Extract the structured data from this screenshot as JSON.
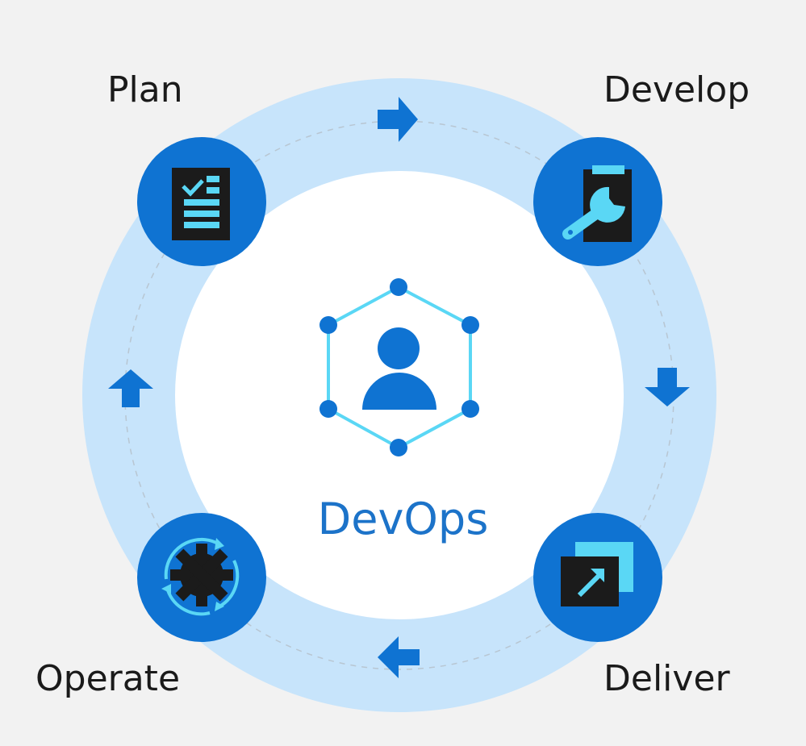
{
  "title": "DevOps",
  "stages": [
    {
      "id": "plan",
      "label": "Plan",
      "icon": "checklist-icon"
    },
    {
      "id": "develop",
      "label": "Develop",
      "icon": "wrench-clipboard-icon"
    },
    {
      "id": "deliver",
      "label": "Deliver",
      "icon": "deliver-arrow-icon"
    },
    {
      "id": "operate",
      "label": "Operate",
      "icon": "gear-cycle-icon"
    }
  ],
  "center_icon": "user-hexagon-icon",
  "colors": {
    "background": "#f2f2f2",
    "ring": "#c7e4fb",
    "inner": "#ffffff",
    "node": "#0f73d2",
    "accent": "#5ad7f5",
    "dark": "#1b1b1b",
    "title": "#1c73c9"
  }
}
